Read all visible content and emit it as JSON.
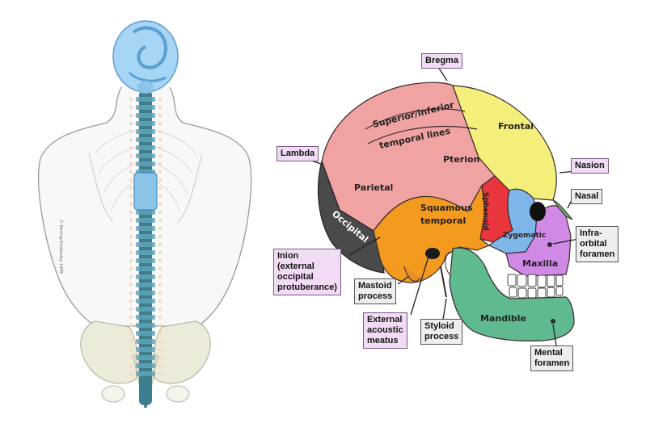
{
  "spine_figure": {
    "copyright": "© Dorling Kindersley 1999"
  },
  "skull_figure": {
    "bone_labels": {
      "superior_inferior": "Superior/inferior",
      "temporal_lines": "temporal lines",
      "frontal": "Frontal",
      "parietal": "Parietal",
      "pterion": "Pterion",
      "squamous": "Squamous",
      "temporal": "temporal",
      "occipital": "Occipital",
      "sphenoid": "Sphenoid",
      "zygomatic": "Zygomatic",
      "maxilla": "Maxilla",
      "mandible": "Mandible"
    },
    "callouts": {
      "bregma": "Bregma",
      "lambda": "Lambda",
      "nasion": "Nasion",
      "nasal": "Nasal",
      "infraorbital": "Infra-\norbital\nforamen",
      "inion": "Inion\n(external\noccipital\nprotuberance)",
      "mastoid": "Mastoid\nprocess",
      "external_acoustic": "External\nacoustic\nmeatus",
      "styloid": "Styloid\nprocess",
      "mental": "Mental\nforamen"
    },
    "colors": {
      "frontal": "#f3ef7a",
      "parietal": "#f1a2a2",
      "occipital": "#4a4a4a",
      "temporal": "#f39a1f",
      "sphenoid": "#e9353c",
      "zygomatic": "#7fb6ea",
      "maxilla": "#d08ae6",
      "mandible": "#5fba8f",
      "nasal": "#5dbb5d"
    }
  }
}
